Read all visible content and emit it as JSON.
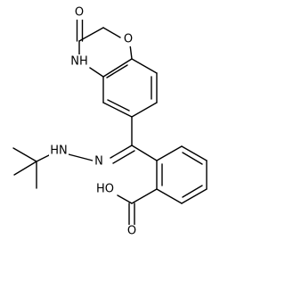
{
  "molecule": {
    "atoms": {
      "carbonyl_oxygen": "O",
      "ring_oxygen": "O",
      "amide_nh": "NH",
      "hydrazone_nh": "HN",
      "hydrazone_n": "N",
      "hydroxyl": "HO",
      "acid_carbonyl_oxygen": "O"
    }
  },
  "colors": {
    "bond": "#000000",
    "label": "#000000",
    "background": "#ffffff"
  }
}
